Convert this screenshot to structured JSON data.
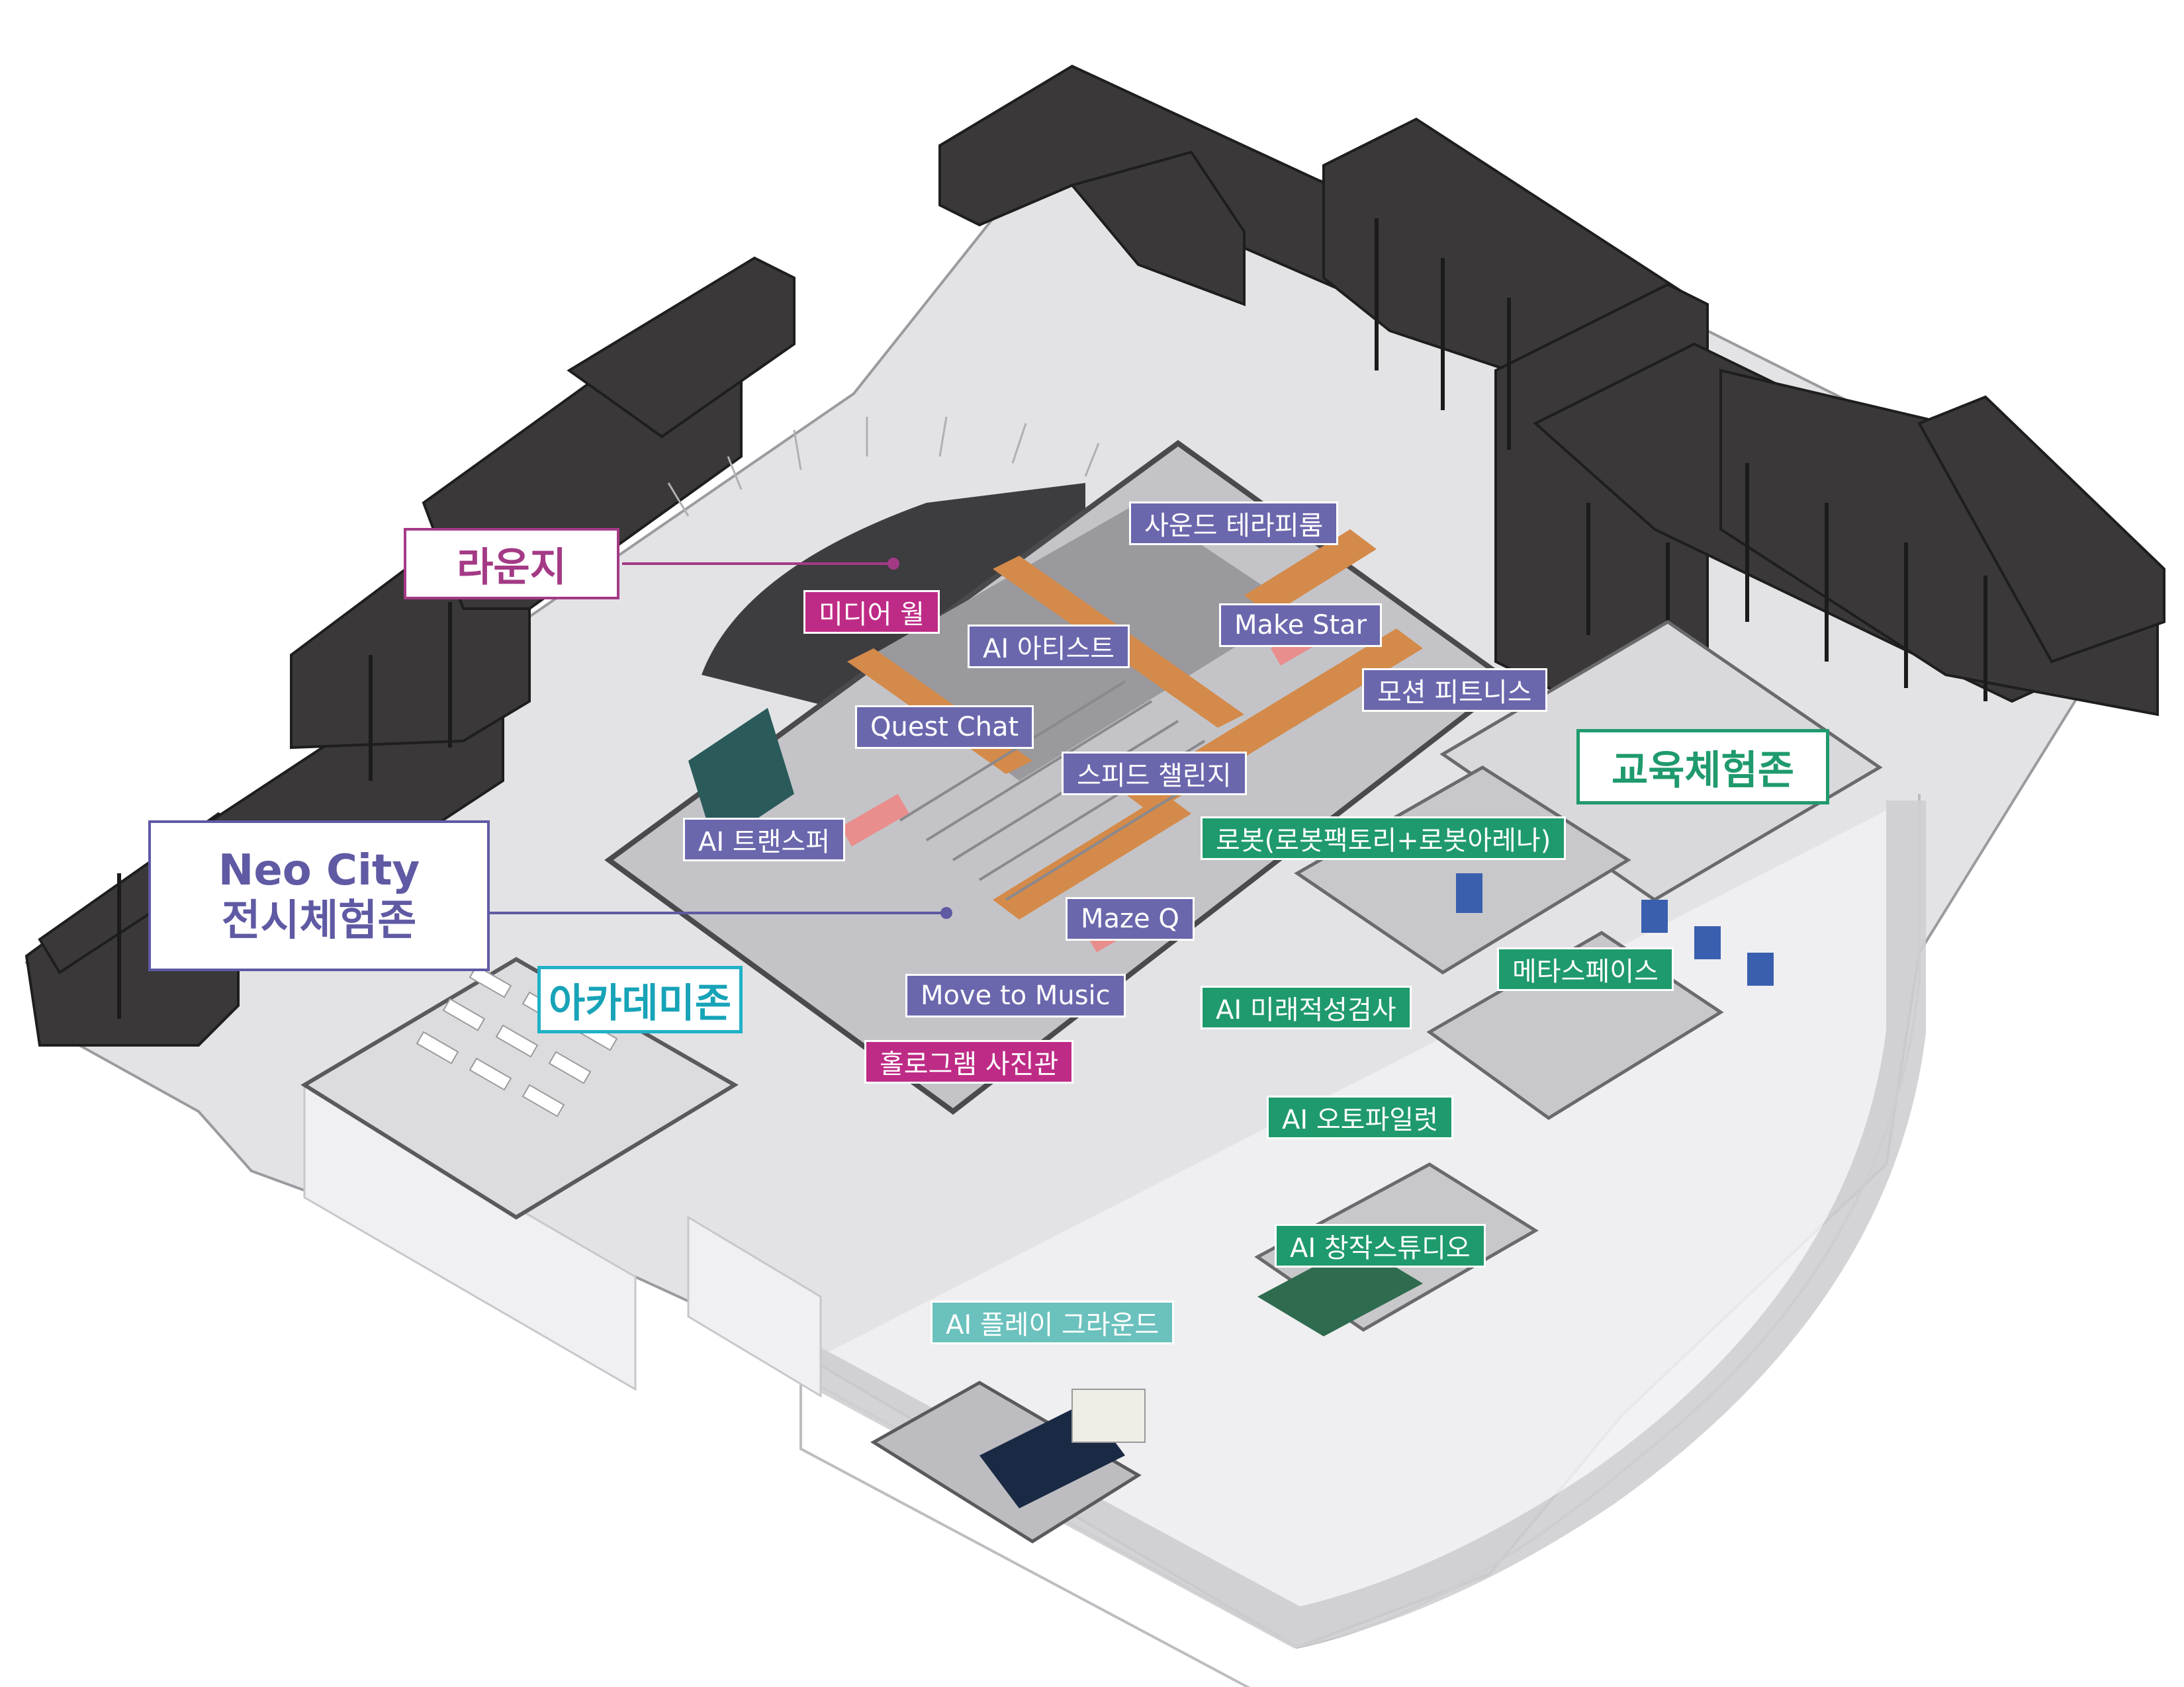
{
  "colors": {
    "zone_lounge": "#a43a86",
    "zone_neo_city": "#5f5aa3",
    "zone_academy": "#1fb1c7",
    "zone_education": "#1f9a6c",
    "tag_purple": "#6b67ad",
    "tag_magenta": "#be2b86",
    "tag_green": "#1f9a6c",
    "tag_teal": "#6bc1bd",
    "wall_dark": "#3a3838",
    "floor_light": "#cfcfd1"
  },
  "zones": {
    "lounge": "라운지",
    "neo_city_line1": "Neo City",
    "neo_city_line2": "전시체험존",
    "academy": "아카데미존",
    "education": "교육체험존"
  },
  "exhibits": {
    "sound_therapy": "사운드 테라피룸",
    "media_wall": "미디어 월",
    "ai_artist": "AI 아티스트",
    "make_star": "Make Star",
    "motion_fitness": "모션 피트니스",
    "quest_chat": "Quest Chat",
    "speed_challenge": "스피드 챌린지",
    "ai_transfer": "AI 트랜스퍼",
    "robot": "로봇(로봇팩토리+로봇아레나)",
    "maze_q": "Maze Q",
    "metaspace": "메타스페이스",
    "move_to_music": "Move to Music",
    "ai_aptitude": "AI 미래적성검사",
    "hologram_photo": "홀로그램 사진관",
    "ai_autopilot": "AI 오토파일럿",
    "ai_creative_studio": "AI 창작스튜디오",
    "ai_playground": "AI 플레이 그라운드"
  }
}
